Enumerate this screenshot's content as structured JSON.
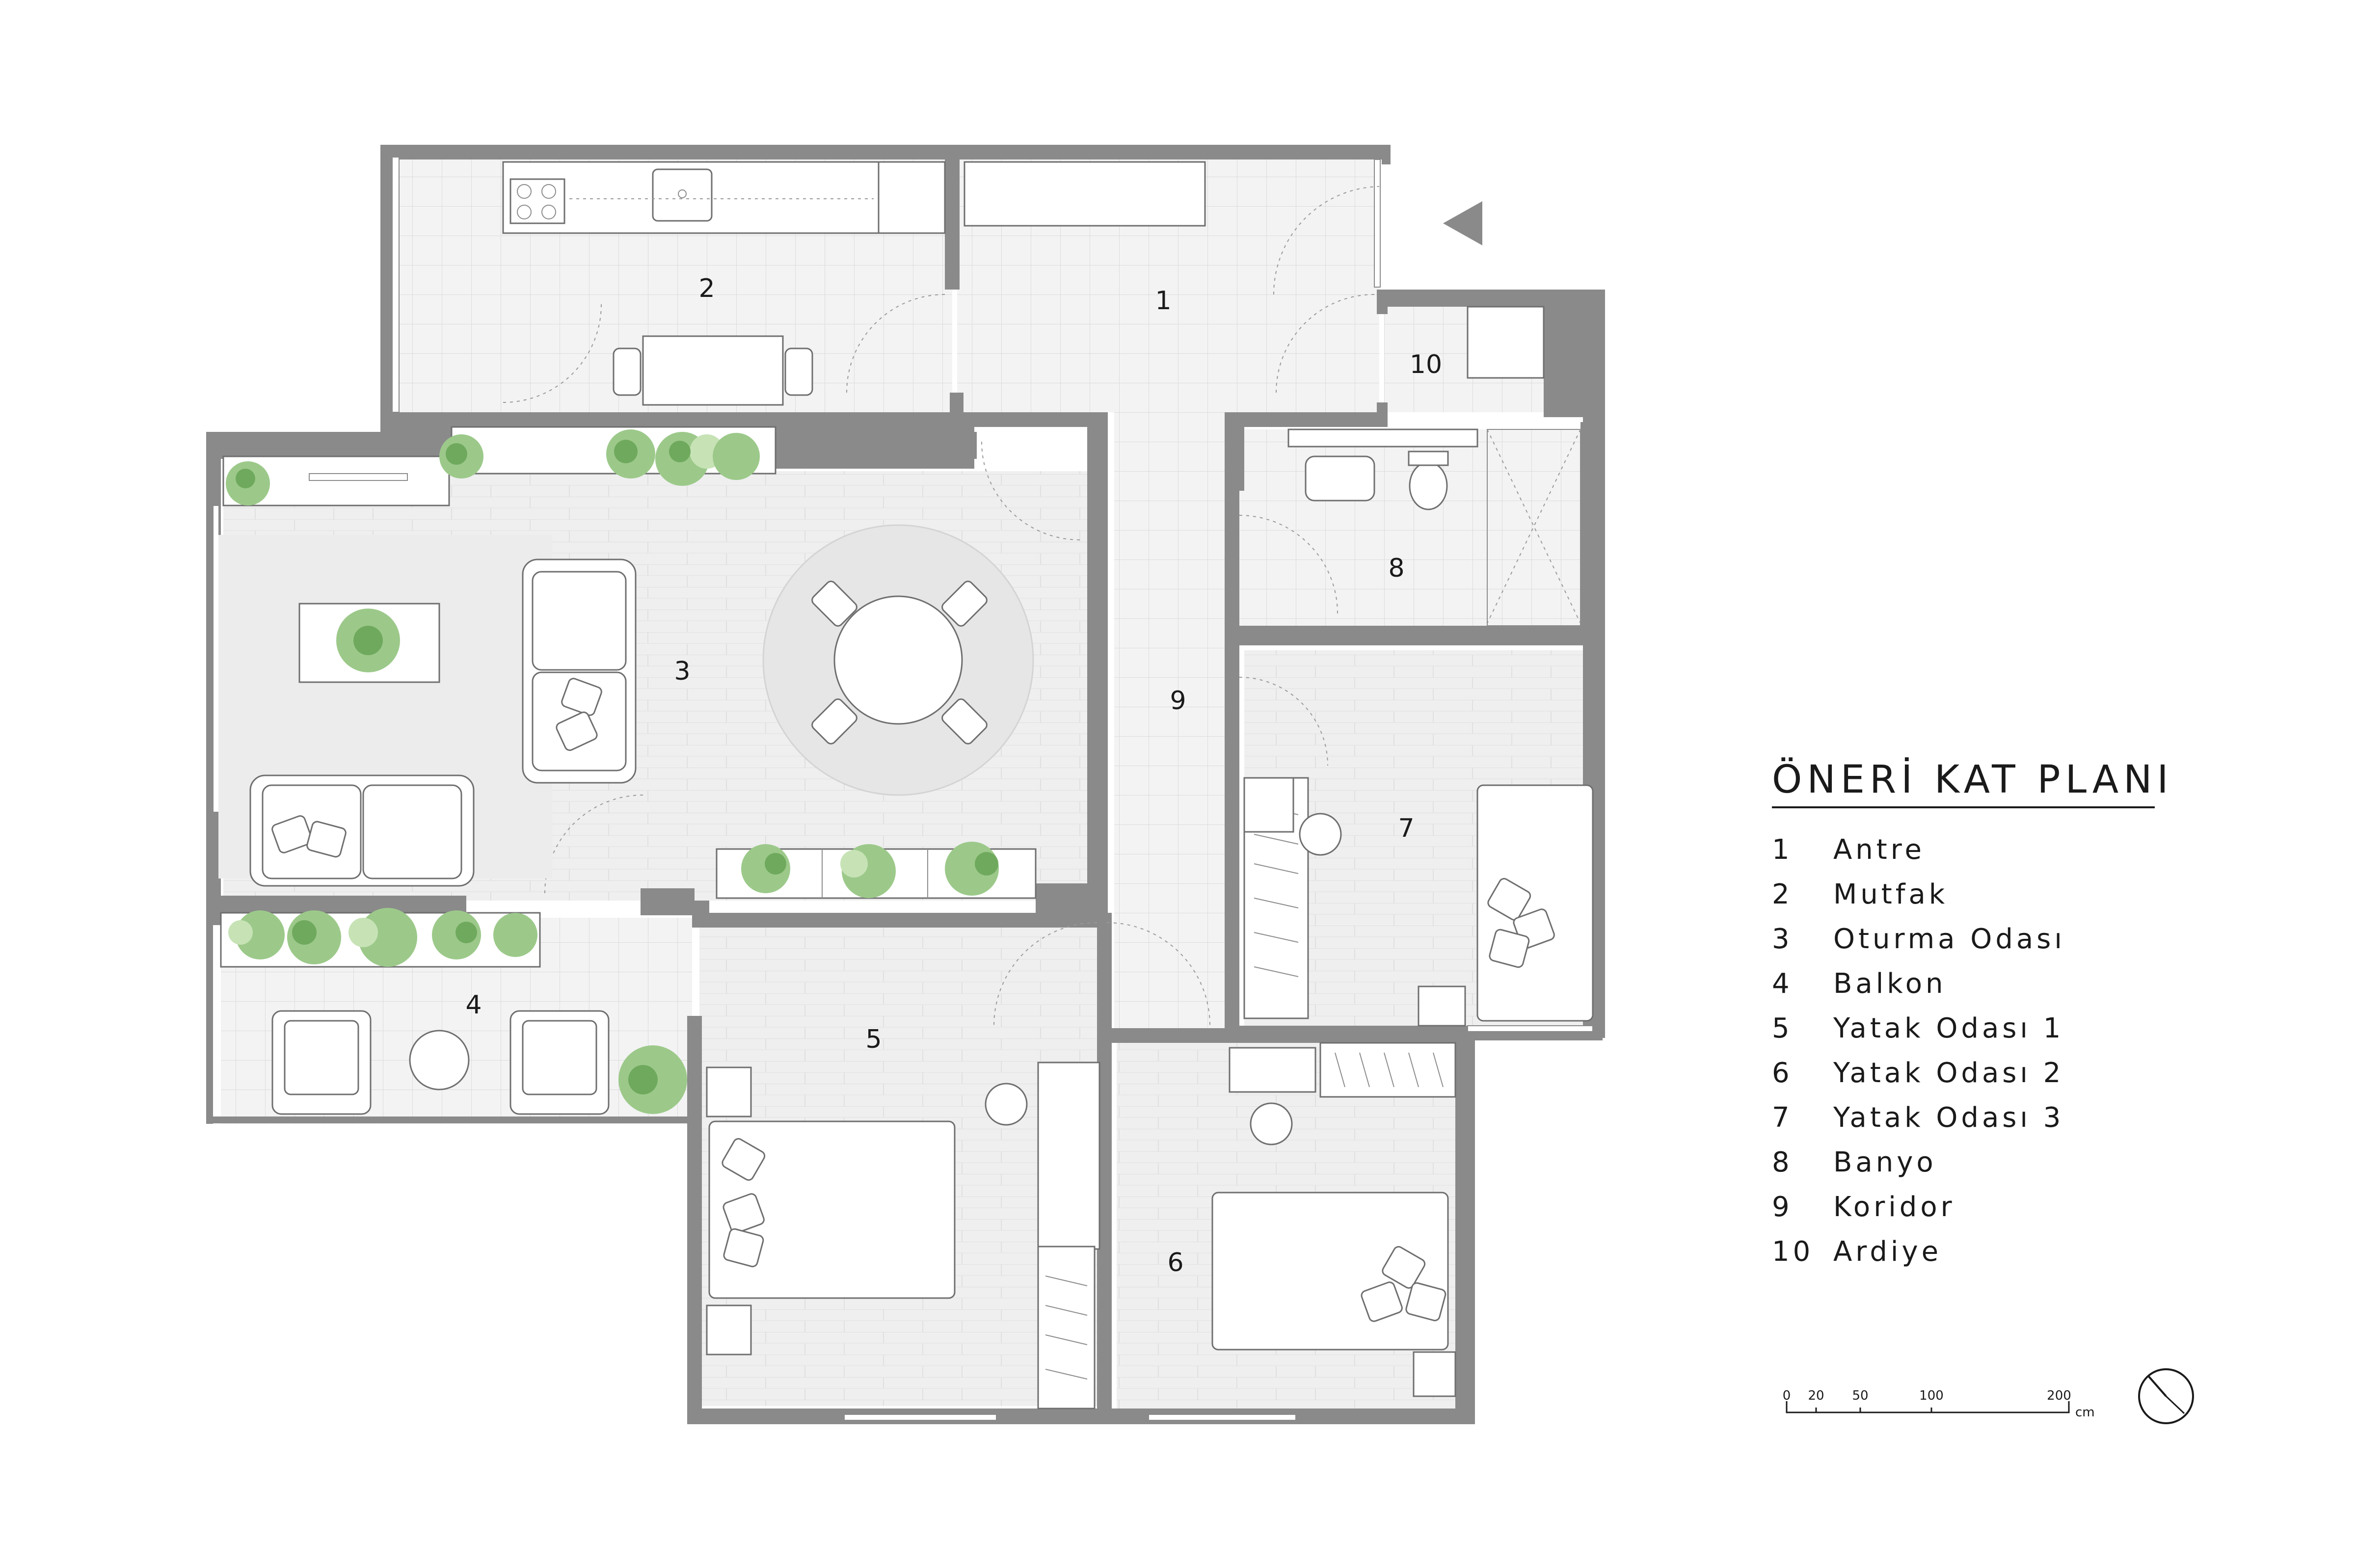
{
  "legend": {
    "title": "ÖNERİ KAT PLANI",
    "items": [
      {
        "num": "1",
        "name": "Antre"
      },
      {
        "num": "2",
        "name": "Mutfak"
      },
      {
        "num": "3",
        "name": "Oturma Odası"
      },
      {
        "num": "4",
        "name": "Balkon"
      },
      {
        "num": "5",
        "name": "Yatak Odası 1"
      },
      {
        "num": "6",
        "name": "Yatak Odası 2"
      },
      {
        "num": "7",
        "name": "Yatak Odası 3"
      },
      {
        "num": "8",
        "name": "Banyo"
      },
      {
        "num": "9",
        "name": "Koridor"
      },
      {
        "num": "10",
        "name": "Ardiye"
      }
    ]
  },
  "room_labels": {
    "r1": "1",
    "r2": "2",
    "r3": "3",
    "r4": "4",
    "r5": "5",
    "r6": "6",
    "r7": "7",
    "r8": "8",
    "r9": "9",
    "r10": "10"
  },
  "scale_bar": {
    "ticks": [
      "0",
      "20",
      "50",
      "100",
      "200"
    ],
    "unit": "cm"
  },
  "colors": {
    "wall": "#8a8a8a",
    "floor_tile": "#f0f0f0",
    "floor_wood": "#ededed",
    "plant": "#9cc98a",
    "text": "#1a1a1a"
  },
  "icons": [
    "entrance-arrow-icon",
    "north-arrow-icon"
  ]
}
